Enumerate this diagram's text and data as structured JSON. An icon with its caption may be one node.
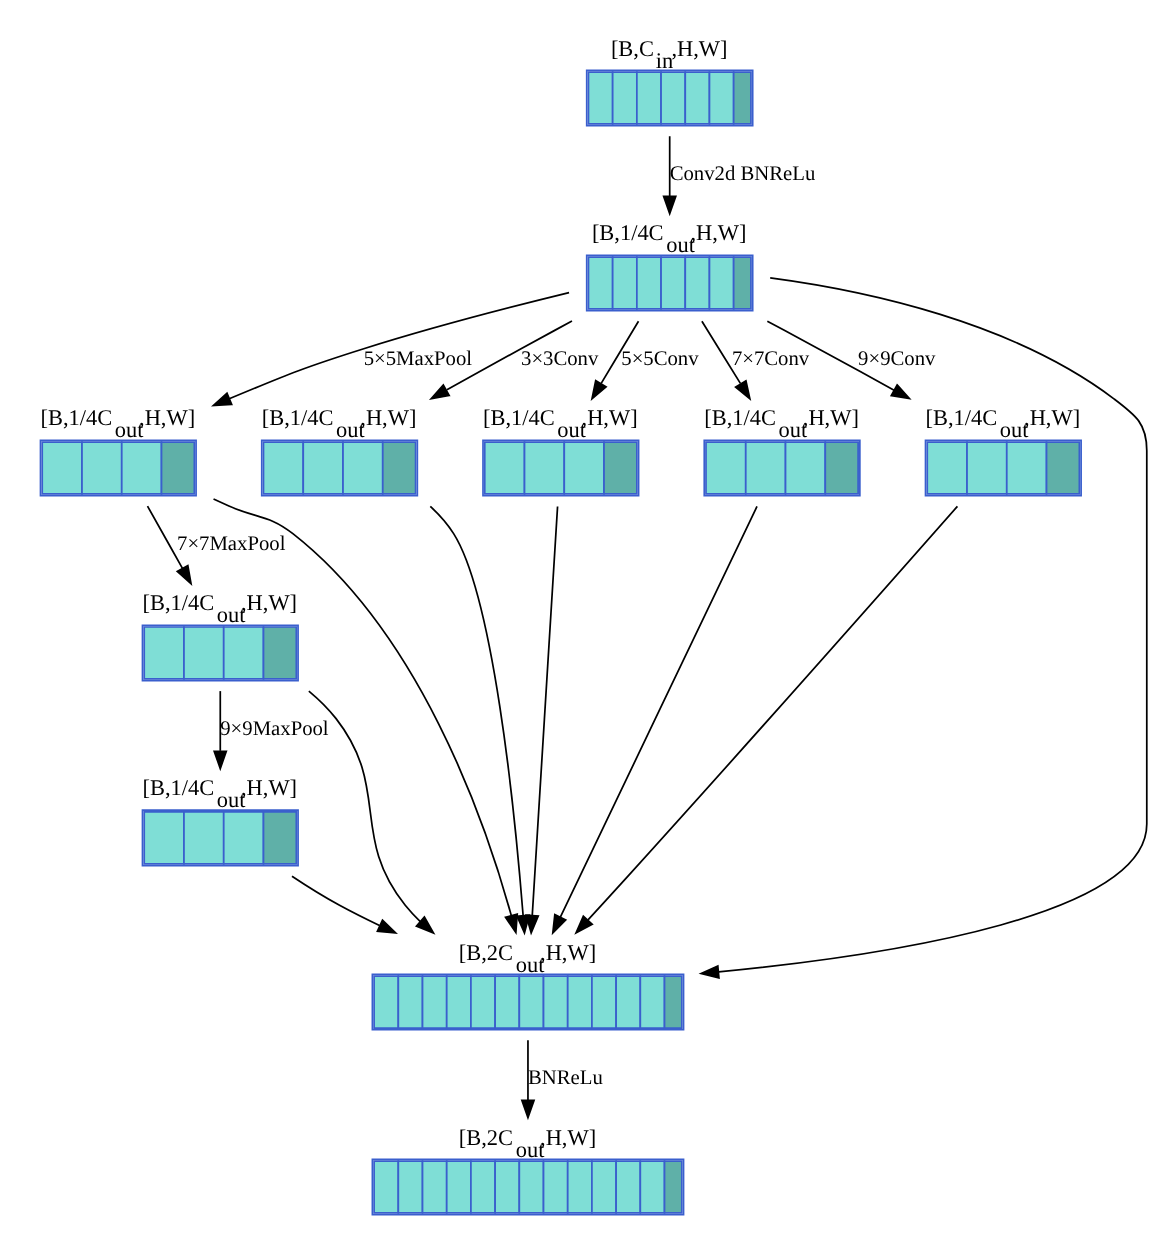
{
  "diagram": {
    "nodes": [
      {
        "text": [
          "[B,C$_{in}$,H,W]"
        ]
      },
      {
        "text": [
          "[B,1/4C$_{out}$,H,W]"
        ]
      },
      {
        "text": [
          "[B,1/4C$_{out}$,H,W]"
        ]
      },
      {
        "text": [
          "[B,1/4C$_{out}$,H,W]"
        ]
      },
      {
        "text": [
          "[B,1/4C$_{out}$,H,W]"
        ]
      },
      {
        "text": [
          "[B,1/4C$_{out}$,H,W]"
        ]
      },
      {
        "text": [
          "[B,1/4C$_{out}$,H,W]"
        ]
      },
      {
        "text": [
          "[B,1/4C$_{out}$,H,W]"
        ]
      },
      {
        "text": [
          "[B,1/4C$_{out}$,H,W]"
        ]
      },
      {
        "text": [
          "[B,2C$_{out}$,H,W]"
        ]
      },
      {
        "text": [
          "[B,2C$_{out}$,H,W]"
        ]
      }
    ],
    "edges": [
      {
        "from": 0,
        "to": 1,
        "arrow": "to",
        "label": "Conv2d BNReLu"
      },
      {
        "from": 1,
        "to": 2,
        "arrow": "to",
        "label": "5×5MaxPool"
      },
      {
        "from": 1,
        "to": 3,
        "arrow": "to",
        "label": "3×3Conv"
      },
      {
        "from": 1,
        "to": 4,
        "arrow": "to",
        "label": "5×5Conv"
      },
      {
        "from": 1,
        "to": 5,
        "arrow": "to",
        "label": "7×7Conv"
      },
      {
        "from": 1,
        "to": 6,
        "arrow": "to",
        "label": "9×9Conv"
      },
      {
        "from": 2,
        "to": 7,
        "arrow": "to",
        "label": "7×7MaxPool"
      },
      {
        "from": 7,
        "to": 8,
        "arrow": "to",
        "label": "9×9MaxPool"
      },
      {
        "from": 1,
        "to": 9,
        "arrow": "to"
      },
      {
        "from": 2,
        "to": 9,
        "arrow": "to"
      },
      {
        "from": 7,
        "to": 9,
        "arrow": "to"
      },
      {
        "from": 8,
        "to": 9,
        "arrow": "to"
      },
      {
        "from": 3,
        "to": 9,
        "arrow": "to"
      },
      {
        "from": 4,
        "to": 9,
        "arrow": "to"
      },
      {
        "from": 5,
        "to": 9,
        "arrow": "to"
      },
      {
        "from": 6,
        "to": 9,
        "arrow": "to"
      },
      {
        "from": 9,
        "to": 10,
        "arrow": "to",
        "label": "BNReLu"
      }
    ]
  }
}
